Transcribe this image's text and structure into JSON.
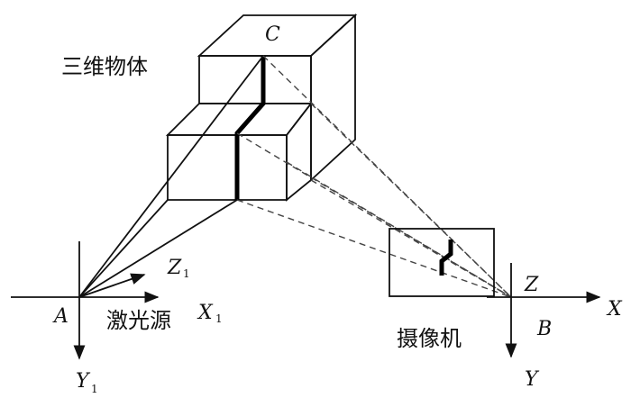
{
  "labels": {
    "object": "三维物体",
    "laser": "激光源",
    "camera": "摄像机",
    "point_a": "A",
    "point_b": "B",
    "point_c": "C",
    "x1": "X",
    "x1_sub": "1",
    "y1": "Y",
    "y1_sub": "1",
    "z1": "Z",
    "z1_sub": "1",
    "x": "X",
    "y": "Y",
    "z": "Z"
  }
}
